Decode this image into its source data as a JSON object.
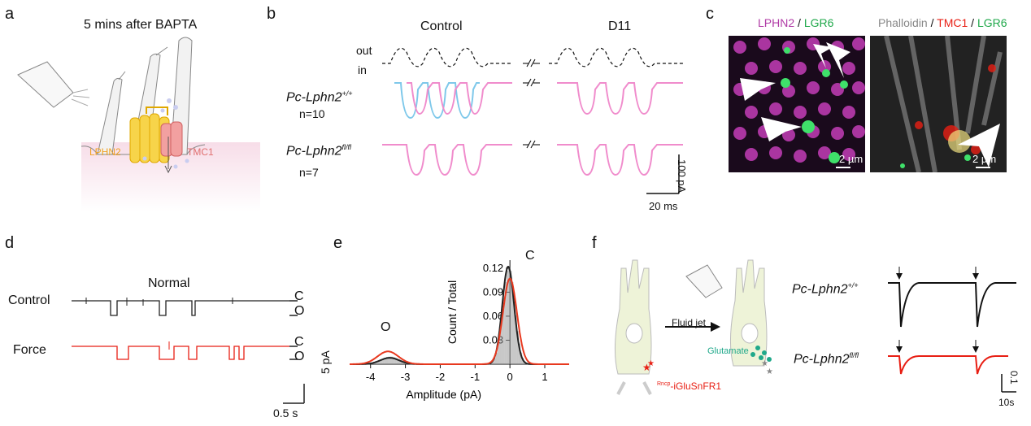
{
  "panels": {
    "a": {
      "label": "a",
      "title": "5 mins after BAPTA",
      "lphn2": "LPHN2",
      "tmc1": "TMC1"
    },
    "b": {
      "label": "b",
      "control": "Control",
      "d11": "D11",
      "out": "out",
      "in": "in",
      "row1_genotype_base": "Pc-Lphn2",
      "row1_genotype_sup": "+/+",
      "row1_n": "n=10",
      "row2_genotype_base": "Pc-Lphn2",
      "row2_genotype_sup": "fl/fl",
      "row2_n": "n=7",
      "break_mark": "-//-",
      "scale_y": "100 pA",
      "scale_x": "20 ms"
    },
    "c": {
      "label": "c",
      "left_title": {
        "lphn2": "LPHN2",
        "sep": " / ",
        "lgr6": "LGR6"
      },
      "right_title": {
        "phalloidin": "Phalloidin",
        "sep1": " / ",
        "tmc1": "TMC1",
        "sep2": " / ",
        "lgr6": "LGR6"
      },
      "scale_left": "2 µm",
      "scale_right": "2 µm"
    },
    "d": {
      "label": "d",
      "title": "Normal",
      "control": "Control",
      "force": "Force",
      "c1": "C",
      "o1": "O",
      "c2": "C",
      "o2": "O",
      "scale_y": "5 pA",
      "scale_x": "0.5 s"
    },
    "e": {
      "label": "e",
      "peak_o": "O",
      "peak_c": "C"
    },
    "f": {
      "label": "f",
      "fluid_jet": "Fluid jet",
      "glutamate": "Glutamate",
      "sensor_sup": "Rncp",
      "sensor": "-iGluSnFR1",
      "row1_genotype_base": "Pc-Lphn2",
      "row1_genotype_sup": "+/+",
      "row2_genotype_base": "Pc-Lphn2",
      "row2_genotype_sup": "fl/fl",
      "scale_y": "0.1",
      "scale_x": "10s"
    }
  },
  "chart_data": {
    "type": "histogram",
    "xlabel": "Amplitude (pA)",
    "ylabel": "Count / Total",
    "xlim": [
      -4.6,
      1.7
    ],
    "ylim": [
      0,
      0.13
    ],
    "xticks": [
      -4,
      -3,
      -2,
      -1,
      0,
      1
    ],
    "yticks": [
      0.03,
      0.06,
      0.09,
      0.12
    ],
    "series": [
      {
        "color": "#222222",
        "closed_peak": {
          "mu": -0.05,
          "sigma": 0.17,
          "height": 0.122
        },
        "open_peak": {
          "mu": -3.45,
          "sigma": 0.27,
          "height": 0.008
        }
      },
      {
        "color": "#e8391f",
        "closed_peak": {
          "mu": 0.0,
          "sigma": 0.2,
          "height": 0.107
        },
        "open_peak": {
          "mu": -3.5,
          "sigma": 0.3,
          "height": 0.016
        }
      }
    ]
  },
  "colors": {
    "cyan": "#7ec8ea",
    "pink": "#f08ccc",
    "red": "#e81f14",
    "magenta": "#b03aa6",
    "green": "#1fa84a",
    "orange": "#f08a1c"
  }
}
